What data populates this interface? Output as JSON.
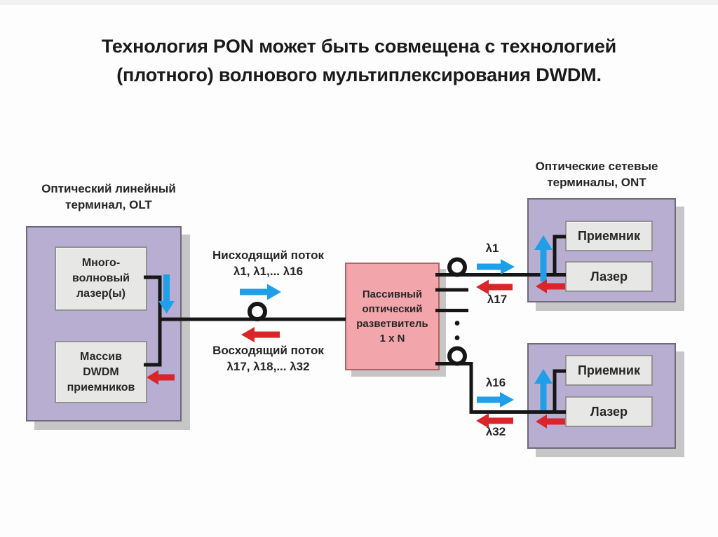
{
  "colors": {
    "accent_blue": "#1f9fe8",
    "accent_red": "#d8262a",
    "box_purple": "#b7aed2",
    "box_purple_border": "#6e6a78",
    "box_pink": "#f2a6ac",
    "box_pink_border": "#b06468",
    "box_gray": "#e7e7e5",
    "box_gray_border": "#929292",
    "line_black": "#161616",
    "shadow_gray": "#c6c6c6",
    "text_dark": "#262626",
    "title_color": "#1a1a1a"
  },
  "title": "Технология PON может быть совмещена с технологией (плотного) волнового мультиплексирования DWDM.",
  "diagram": {
    "olt": {
      "label": "Оптический линейный\nтерминал, OLT",
      "laser_box": "Много-\nволновый\nлазер(ы)",
      "receiver_box": "Массив\nDWDM\nприемников"
    },
    "flows": {
      "downstream": "Нисходящий поток\nλ1, λ1,... λ16",
      "upstream": "Восходящий поток\nλ17, λ18,... λ32"
    },
    "splitter": {
      "label": "Пассивный\nоптический\nразветвитель\n1 x N"
    },
    "ont": {
      "label": "Оптические сетевые\nтерминалы, ONT",
      "ont1": {
        "receiver": "Приемник",
        "laser": "Лазер"
      },
      "ont2": {
        "receiver": "Приемник",
        "laser": "Лазер"
      },
      "wavelengths": {
        "down1": "λ1",
        "up1": "λ17",
        "down2": "λ16",
        "up2": "λ32"
      }
    }
  }
}
